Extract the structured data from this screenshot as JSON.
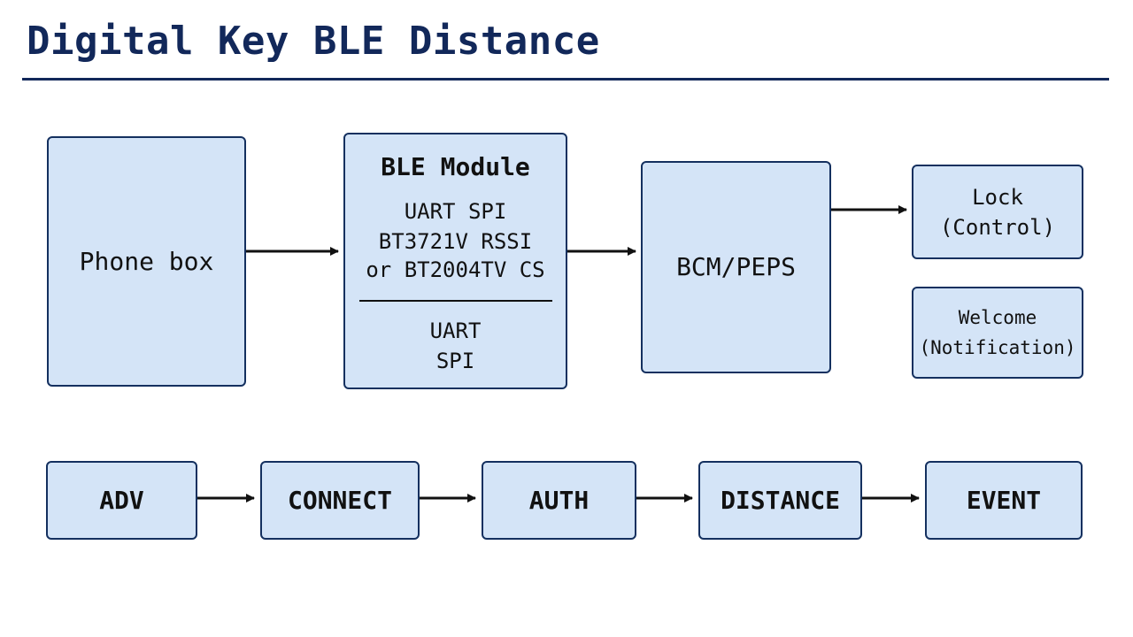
{
  "title": "Digital Key BLE Distance",
  "colors": {
    "title": "#12285a",
    "box_fill": "#d4e4f7",
    "box_border": "#14305f",
    "arrow": "#111111"
  },
  "architecture": {
    "phone_box": "Phone box",
    "ble_module": {
      "heading": "BLE Module",
      "line1": "UART SPI",
      "line2": "BT3721V RSSI",
      "line3": "or BT2004TV CS",
      "lower1": "UART",
      "lower2": "SPI"
    },
    "bcm_peps": "BCM/PEPS",
    "lock": {
      "line1": "Lock",
      "line2": "(Control)"
    },
    "welcome": {
      "line1": "Welcome",
      "line2": "(Notification)"
    }
  },
  "flow": {
    "steps": [
      "ADV",
      "CONNECT",
      "AUTH",
      "DISTANCE",
      "EVENT"
    ]
  }
}
